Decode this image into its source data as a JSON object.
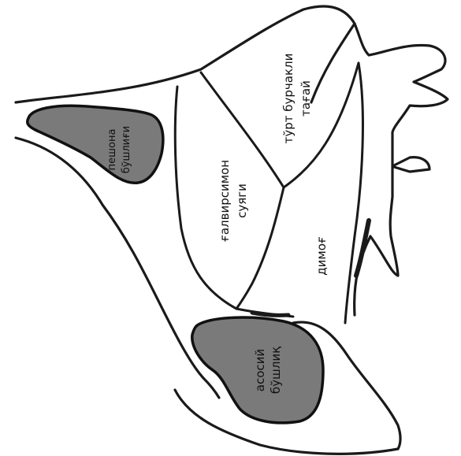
{
  "labels": {
    "frontal_sinus_line1": "пешона",
    "frontal_sinus_line2": "бўшлиғи",
    "maxillary_sinus_line1": "асосий",
    "maxillary_sinus_line2": "бўшлиқ",
    "ethmoid_line1": "ғалвирсимон",
    "ethmoid_line2": "суяги",
    "quadrigemina_line1": "тўрт бурчакли",
    "quadrigemina_line2": "тағай",
    "brainstem": "димоғ"
  },
  "colors": {
    "sinus_fill": "#7a7a7a",
    "line": "#1a1a1a",
    "background": "#ffffff"
  }
}
